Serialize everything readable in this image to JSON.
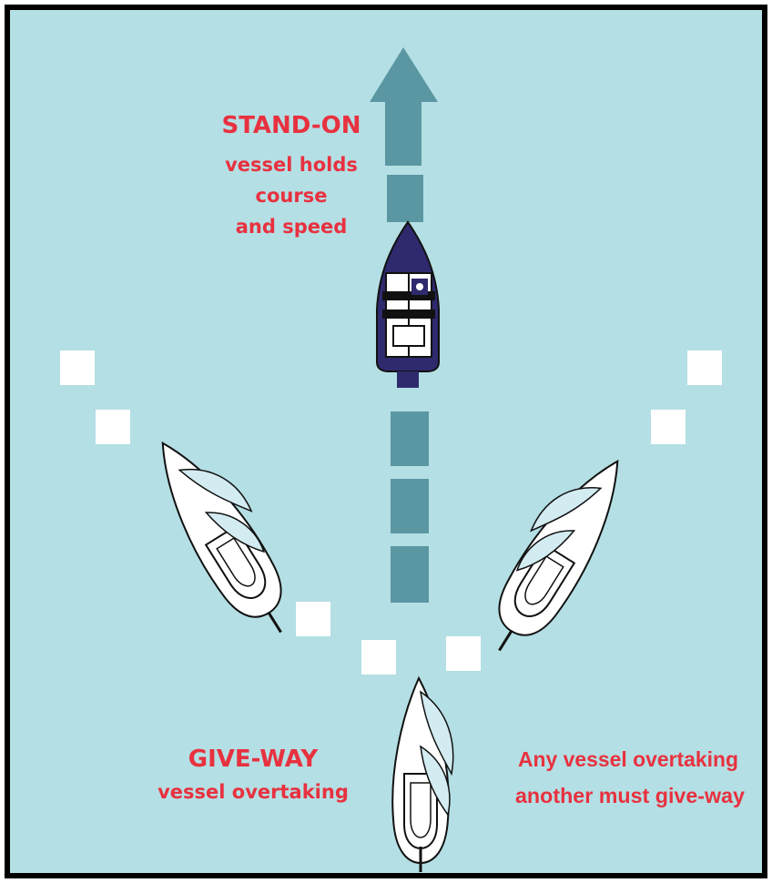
{
  "colors": {
    "water": "#b4dfe4",
    "frame": "#000000",
    "track": "#5a97a3",
    "marker": "#ffffff",
    "label_red": "#e8313f",
    "powerboat": "#2f2a6e",
    "sail": "#d3ecf2"
  },
  "stand_on": {
    "title": "STAND-ON",
    "line1": "vessel holds",
    "line2": "course",
    "line3": "and speed"
  },
  "give_way": {
    "title": "GIVE-WAY",
    "line1": "vessel overtaking"
  },
  "rule": {
    "line1": "Any vessel overtaking",
    "line2": "another must give-way"
  },
  "icons": {
    "stand_on_vessel": "powerboat-icon",
    "give_way_vessels": "sailboat-icon",
    "course_arrow": "arrow-up-icon",
    "track_markers": "square-marker-icon"
  }
}
